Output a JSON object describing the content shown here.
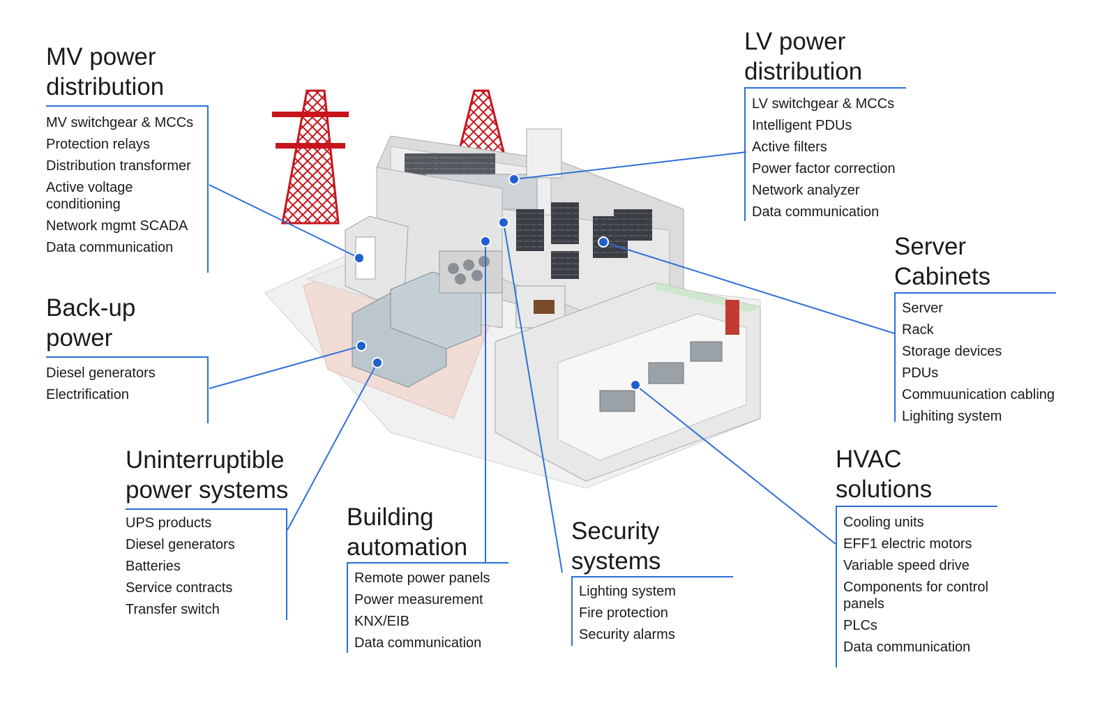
{
  "blocks": {
    "mv": {
      "title_line1": "MV power",
      "title_line2": "distribution",
      "items": [
        "MV switchgear & MCCs",
        "Protection relays",
        "Distribution transformer",
        "Active voltage conditioning",
        "Network mgmt SCADA",
        "Data communication"
      ]
    },
    "lv": {
      "title_line1": "LV power",
      "title_line2": "distribution",
      "items": [
        "LV switchgear &  MCCs",
        "Intelligent PDUs",
        "Active filters",
        "Power factor correction",
        "Network analyzer",
        "Data communication"
      ]
    },
    "server": {
      "title_line1": "Server",
      "title_line2": "Cabinets",
      "items": [
        "Server",
        "Rack",
        "Storage devices",
        "PDUs",
        "Commuunication cabling",
        "Lighiting system"
      ]
    },
    "backup": {
      "title_line1": "Back-up",
      "title_line2": "power",
      "items": [
        "Diesel generators",
        "Electrification"
      ]
    },
    "ups": {
      "title_line1": "Uninterruptible",
      "title_line2": "power systems",
      "items": [
        "UPS products",
        "Diesel generators",
        "Batteries",
        "Service contracts",
        "Transfer switch"
      ]
    },
    "building": {
      "title_line1": "Building",
      "title_line2": "automation",
      "items": [
        "Remote power panels",
        "Power measurement",
        "KNX/EIB",
        "Data communication"
      ]
    },
    "security": {
      "title_line1": "Security",
      "title_line2": "systems",
      "items": [
        "Lighting system",
        "Fire protection",
        "Security alarms"
      ]
    },
    "hvac": {
      "title_line1": "HVAC",
      "title_line2": "solutions",
      "items": [
        "Cooling units",
        "EFF1 electric motors",
        "Variable speed drive",
        "Components for control panels",
        "PLCs",
        "Data communication"
      ]
    }
  },
  "colors": {
    "accent": "#2a6fd6",
    "tower": "#c8141c"
  }
}
